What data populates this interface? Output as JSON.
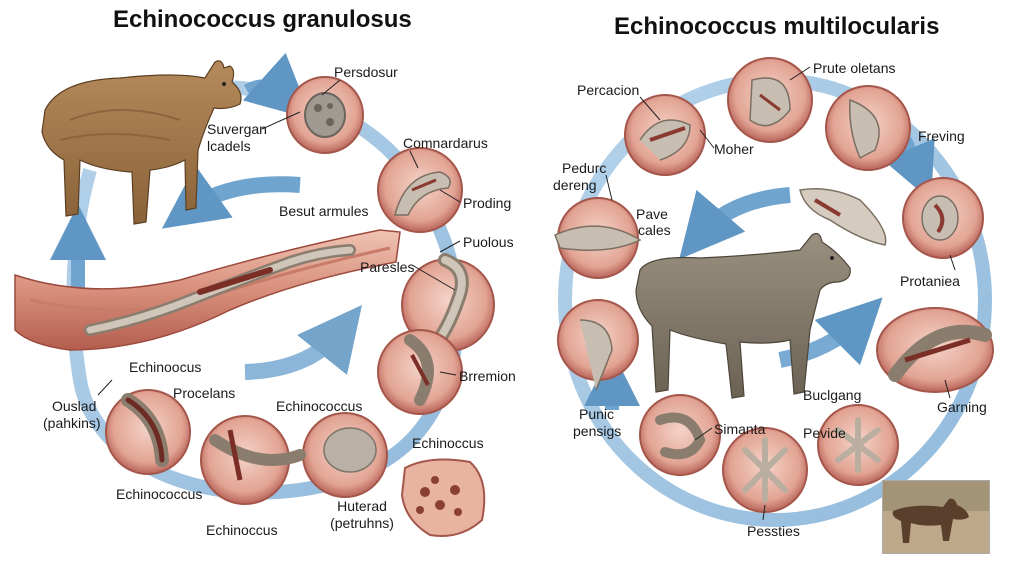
{
  "left_panel": {
    "title": "Echinococcus granulosus",
    "labels": {
      "persdosur": "Persdosur",
      "suvergan": "Suvergan",
      "lcadels": "lcadels",
      "comnardarus": "Comnardarus",
      "proding": "Proding",
      "besut_armules": "Besut armules",
      "puolous": "Puolous",
      "paresles": "Paresles",
      "brremion": "Brremion",
      "echinoocus_1": "Echinoocus",
      "procelans": "Procelans",
      "ouslad": "Ouslad",
      "pahkins": "(pahkins)",
      "echinococcus_1": "Echinococcus",
      "echinoccus_2": "Echinoccus",
      "echinococcus_2": "Echinococcus",
      "echinoccus_3": "Echinoccus",
      "huterad": "Huterad",
      "petruhns": "(petruhns)"
    }
  },
  "right_panel": {
    "title": "Echinococcus multilocularis",
    "labels": {
      "percacion": "Percacion",
      "prute_oletans": "Prute oletans",
      "moher": "Moher",
      "freving": "Freving",
      "pedurc": "Pedurc",
      "dereng": "dereng",
      "pave": "Pave",
      "cales": "cales",
      "protaniea": "Protaniea",
      "buclgang": "Buclgang",
      "garning": "Garning",
      "punic": "Punic",
      "pensigs": "pensigs",
      "simanta": "Simanta",
      "pevide": "Pevide",
      "pessties": "Pessties"
    }
  },
  "colors": {
    "arrow_blue": "#6a9ec9",
    "cell_fill": "#e7b4a6",
    "cell_border": "#a5564a",
    "worm": "#b9aea0",
    "left_host": "#a87b52",
    "right_host": "#8a7f70"
  }
}
